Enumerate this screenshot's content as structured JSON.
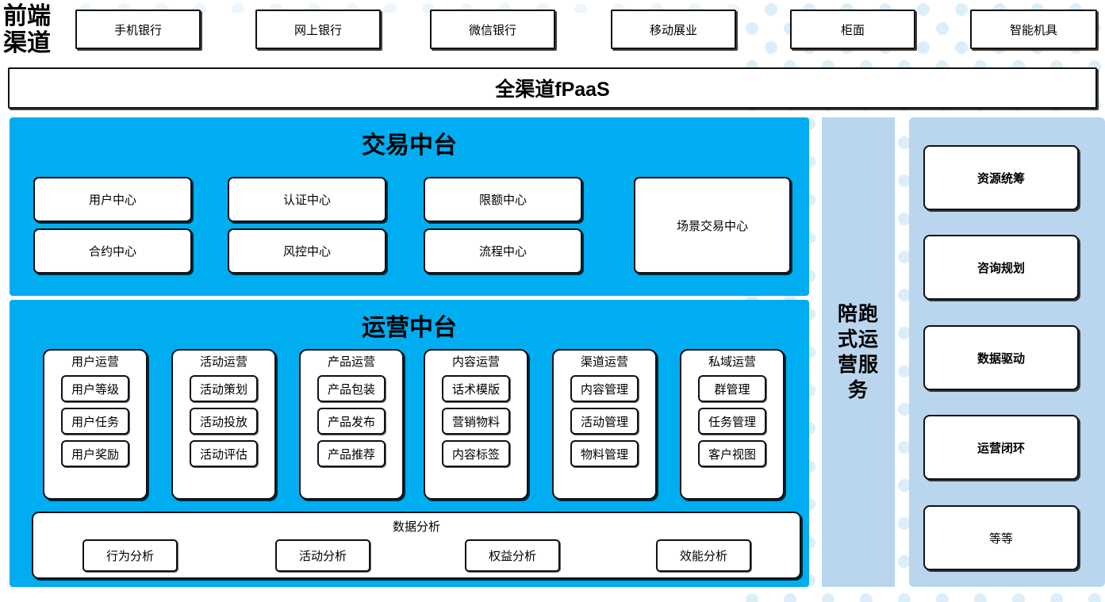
{
  "front_channel": {
    "label": "前端\n渠道",
    "label_line1": "前端",
    "label_line2": "渠道",
    "items": [
      {
        "name": "mobile-bank",
        "label": "手机银行"
      },
      {
        "name": "online-bank",
        "label": "网上银行"
      },
      {
        "name": "wechat-bank",
        "label": "微信银行"
      },
      {
        "name": "mobile-business",
        "label": "移动展业"
      },
      {
        "name": "counter",
        "label": "柜面"
      },
      {
        "name": "smart-machine",
        "label": "智能机具"
      }
    ]
  },
  "platform_bar": {
    "label": "全渠道fPaaS"
  },
  "transaction_center": {
    "title": "交易中台",
    "boxes": [
      {
        "name": "user-center",
        "label": "用户中心"
      },
      {
        "name": "auth-center",
        "label": "认证中心"
      },
      {
        "name": "limit-center",
        "label": "限额中心"
      },
      {
        "name": "contract-center",
        "label": "合约中心"
      },
      {
        "name": "risk-center",
        "label": "风控中心"
      },
      {
        "name": "process-center",
        "label": "流程中心"
      }
    ],
    "scene_box": {
      "name": "scene-trade-center",
      "label": "场景交易中心"
    }
  },
  "operation_center": {
    "title": "运营中台",
    "columns": [
      {
        "title": "用户运营",
        "items": [
          "用户等级",
          "用户任务",
          "用户奖励"
        ]
      },
      {
        "title": "活动运营",
        "items": [
          "活动策划",
          "活动投放",
          "活动评估"
        ]
      },
      {
        "title": "产品运营",
        "items": [
          "产品包装",
          "产品发布",
          "产品推荐"
        ]
      },
      {
        "title": "内容运营",
        "items": [
          "话术模版",
          "营销物料",
          "内容标签"
        ]
      },
      {
        "title": "渠道运营",
        "items": [
          "内容管理",
          "活动管理",
          "物料管理"
        ]
      },
      {
        "title": "私域运营",
        "items": [
          "群管理",
          "任务管理",
          "客户视图"
        ]
      }
    ],
    "data_analysis": {
      "title": "数据分析",
      "items": [
        "行为分析",
        "活动分析",
        "权益分析",
        "效能分析"
      ]
    }
  },
  "service_column": {
    "label": "陪跑式运营服务"
  },
  "capability_panel": {
    "items": [
      {
        "label": "资源统筹",
        "bold": true
      },
      {
        "label": "咨询规划",
        "bold": true
      },
      {
        "label": "数据驱动",
        "bold": true
      },
      {
        "label": "运营闭环",
        "bold": true
      },
      {
        "label": "等等",
        "bold": false
      }
    ]
  },
  "colors": {
    "cyan": "#00ADF1",
    "light_blue": "#B9D6EE",
    "dot": "#DCEEF9",
    "outline": "#111111",
    "white": "#FFFFFF"
  }
}
